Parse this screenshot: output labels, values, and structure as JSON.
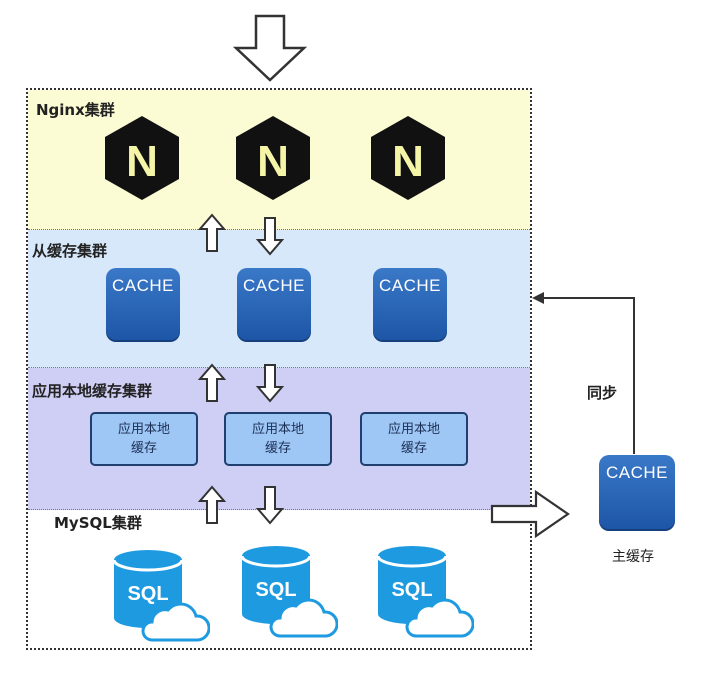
{
  "layers": {
    "nginx": {
      "label": "Nginx集群"
    },
    "slave_cache": {
      "label": "从缓存集群"
    },
    "local_cache": {
      "label": "应用本地缓存集群"
    },
    "mysql": {
      "label": "MySQL集群"
    }
  },
  "nginx_nodes": [
    {
      "letter": "N"
    },
    {
      "letter": "N"
    },
    {
      "letter": "N"
    }
  ],
  "slave_caches": [
    {
      "label": "CACHE"
    },
    {
      "label": "CACHE"
    },
    {
      "label": "CACHE"
    }
  ],
  "local_caches": [
    {
      "label": "应用本地缓存"
    },
    {
      "label": "应用本地缓存"
    },
    {
      "label": "应用本地缓存"
    }
  ],
  "db_nodes": [
    {
      "label": "SQL"
    },
    {
      "label": "SQL"
    },
    {
      "label": "SQL"
    }
  ],
  "master_cache": {
    "label": "CACHE",
    "caption": "主缓存"
  },
  "sync_label": "同步",
  "colors": {
    "nginx_bg": "#fbfbd4",
    "cache_bg": "#d7e8fa",
    "local_bg": "#cfcff6",
    "cache_blue": "#2a66b6",
    "sql_blue": "#1e9be0"
  }
}
